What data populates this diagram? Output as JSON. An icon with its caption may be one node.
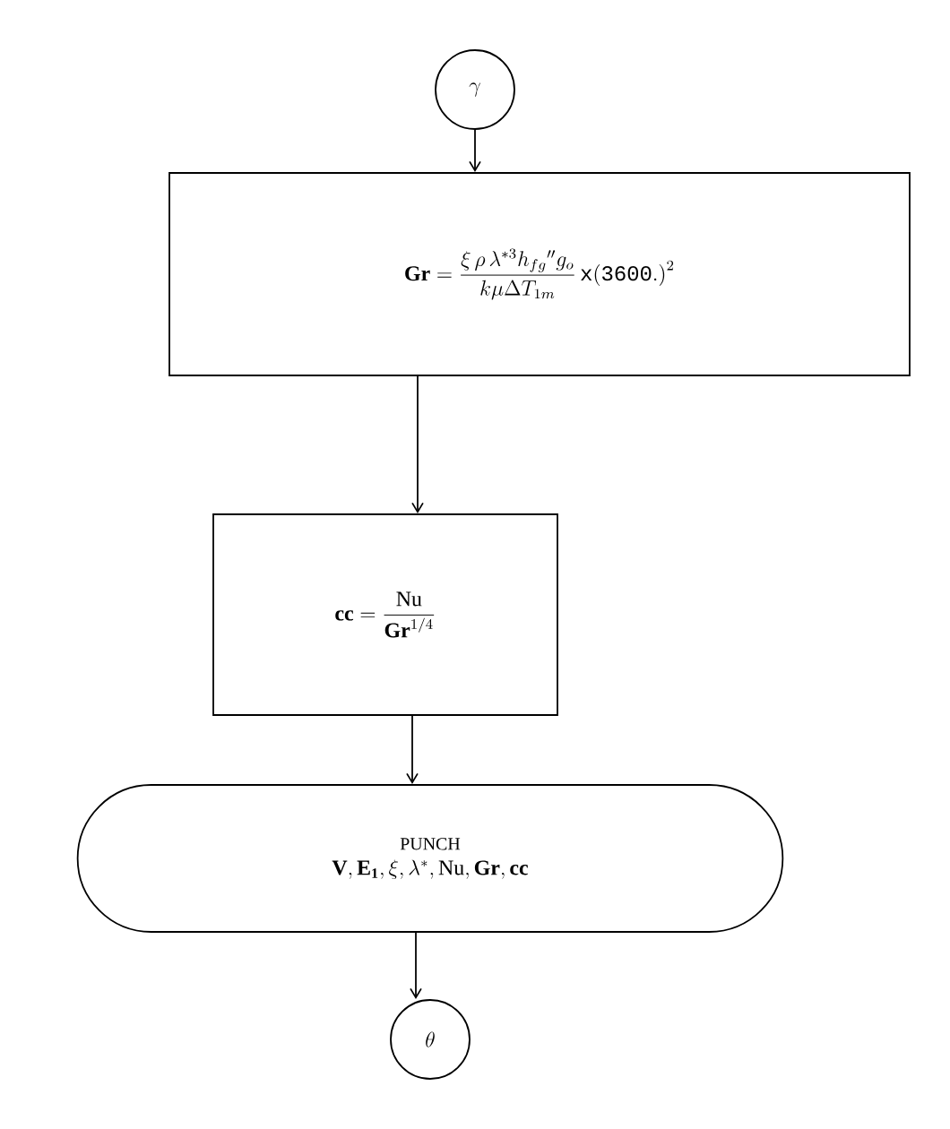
{
  "diagram": {
    "nodes": [
      {
        "text": [
          "\\gamma"
        ]
      },
      {
        "text": [
          "\\mathbf{Gr}= \\dfrac{\\xi\\,\\rho\\,\\lambda^{*3}h_{fg}{}''g_{o}}{k\\mu\\Delta T_{1m}}\\,\\mathtt{x(3600.)}^{2}"
        ]
      },
      {
        "text": [
          "\\mathbf{cc}= \\dfrac{\\mathrm{Nu}}{\\mathbf{Gr}^{1/4}}"
        ]
      },
      {
        "text": [
          "PUNCH",
          "\\mathbf{V,E_{1}},\\xi,\\lambda^{*},\\mathrm{Nu},\\mathbf{Gr},\\mathbf{cc}"
        ]
      },
      {
        "text": [
          "\\theta"
        ]
      }
    ],
    "edges": [
      {
        "from": 0,
        "to": 1,
        "arrow": "to"
      },
      {
        "from": 1,
        "to": 2,
        "arrow": "to"
      },
      {
        "from": 2,
        "to": 3,
        "arrow": "to"
      },
      {
        "from": 3,
        "to": 4,
        "arrow": "to"
      }
    ]
  }
}
